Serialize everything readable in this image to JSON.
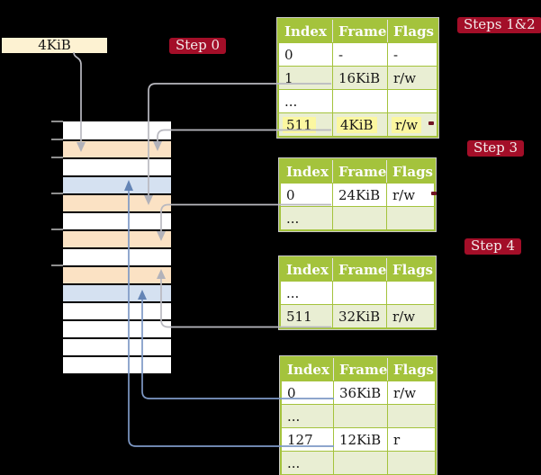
{
  "diagram_title": "page-table-translation-steps",
  "page_box": {
    "label": "4KiB"
  },
  "badges": [
    {
      "id": "step0",
      "label": "Step 0"
    },
    {
      "id": "steps12",
      "label": "Steps 1&2"
    },
    {
      "id": "step3",
      "label": "Step 3"
    },
    {
      "id": "step4",
      "label": "Step 4"
    }
  ],
  "colors": {
    "background": "#000000",
    "table_header_green": "#a4c33c",
    "table_row_shade": "#e9eed3",
    "highlight_yellow": "#fbf7a0",
    "badge_red": "#a30e28",
    "label_box_cream": "#fdf2d2",
    "mem_white": "#ffffff",
    "mem_peach": "#fbe2c4",
    "mem_blue": "#d5e1f1",
    "arrow_gray": "#b9b9c0",
    "arrow_blue": "#7e99c6"
  },
  "memory_column": {
    "row_colors": [
      "white",
      "peach",
      "white",
      "blue",
      "peach",
      "white",
      "peach",
      "white",
      "peach",
      "blue",
      "white",
      "white",
      "white",
      "white"
    ]
  },
  "tables": [
    {
      "id": "table-steps-1-2",
      "headers": [
        "Index",
        "Frame",
        "Flags"
      ],
      "rows": [
        {
          "cells": [
            "0",
            "-",
            "-"
          ],
          "shaded": false,
          "highlighted": false
        },
        {
          "cells": [
            "1",
            "16KiB",
            "r/w"
          ],
          "shaded": true,
          "highlighted": false
        },
        {
          "cells": [
            "...",
            "",
            ""
          ],
          "shaded": false,
          "highlighted": false
        },
        {
          "cells": [
            "511",
            "4KiB",
            "r/w"
          ],
          "shaded": true,
          "highlighted": true
        }
      ]
    },
    {
      "id": "table-step-3",
      "headers": [
        "Index",
        "Frame",
        "Flags"
      ],
      "rows": [
        {
          "cells": [
            "0",
            "24KiB",
            "r/w"
          ],
          "shaded": false,
          "highlighted": false
        },
        {
          "cells": [
            "...",
            "",
            ""
          ],
          "shaded": true,
          "highlighted": false
        }
      ]
    },
    {
      "id": "table-step-4-upper",
      "headers": [
        "Index",
        "Frame",
        "Flags"
      ],
      "rows": [
        {
          "cells": [
            "...",
            "",
            ""
          ],
          "shaded": false,
          "highlighted": false
        },
        {
          "cells": [
            "511",
            "32KiB",
            "r/w"
          ],
          "shaded": true,
          "highlighted": false
        }
      ]
    },
    {
      "id": "table-step-4-lower",
      "headers": [
        "Index",
        "Frame",
        "Flags"
      ],
      "rows": [
        {
          "cells": [
            "0",
            "36KiB",
            "r/w"
          ],
          "shaded": false,
          "highlighted": false
        },
        {
          "cells": [
            "...",
            "",
            ""
          ],
          "shaded": true,
          "highlighted": false
        },
        {
          "cells": [
            "127",
            "12KiB",
            "r"
          ],
          "shaded": false,
          "highlighted": false
        },
        {
          "cells": [
            "...",
            "",
            ""
          ],
          "shaded": true,
          "highlighted": false
        }
      ]
    }
  ]
}
